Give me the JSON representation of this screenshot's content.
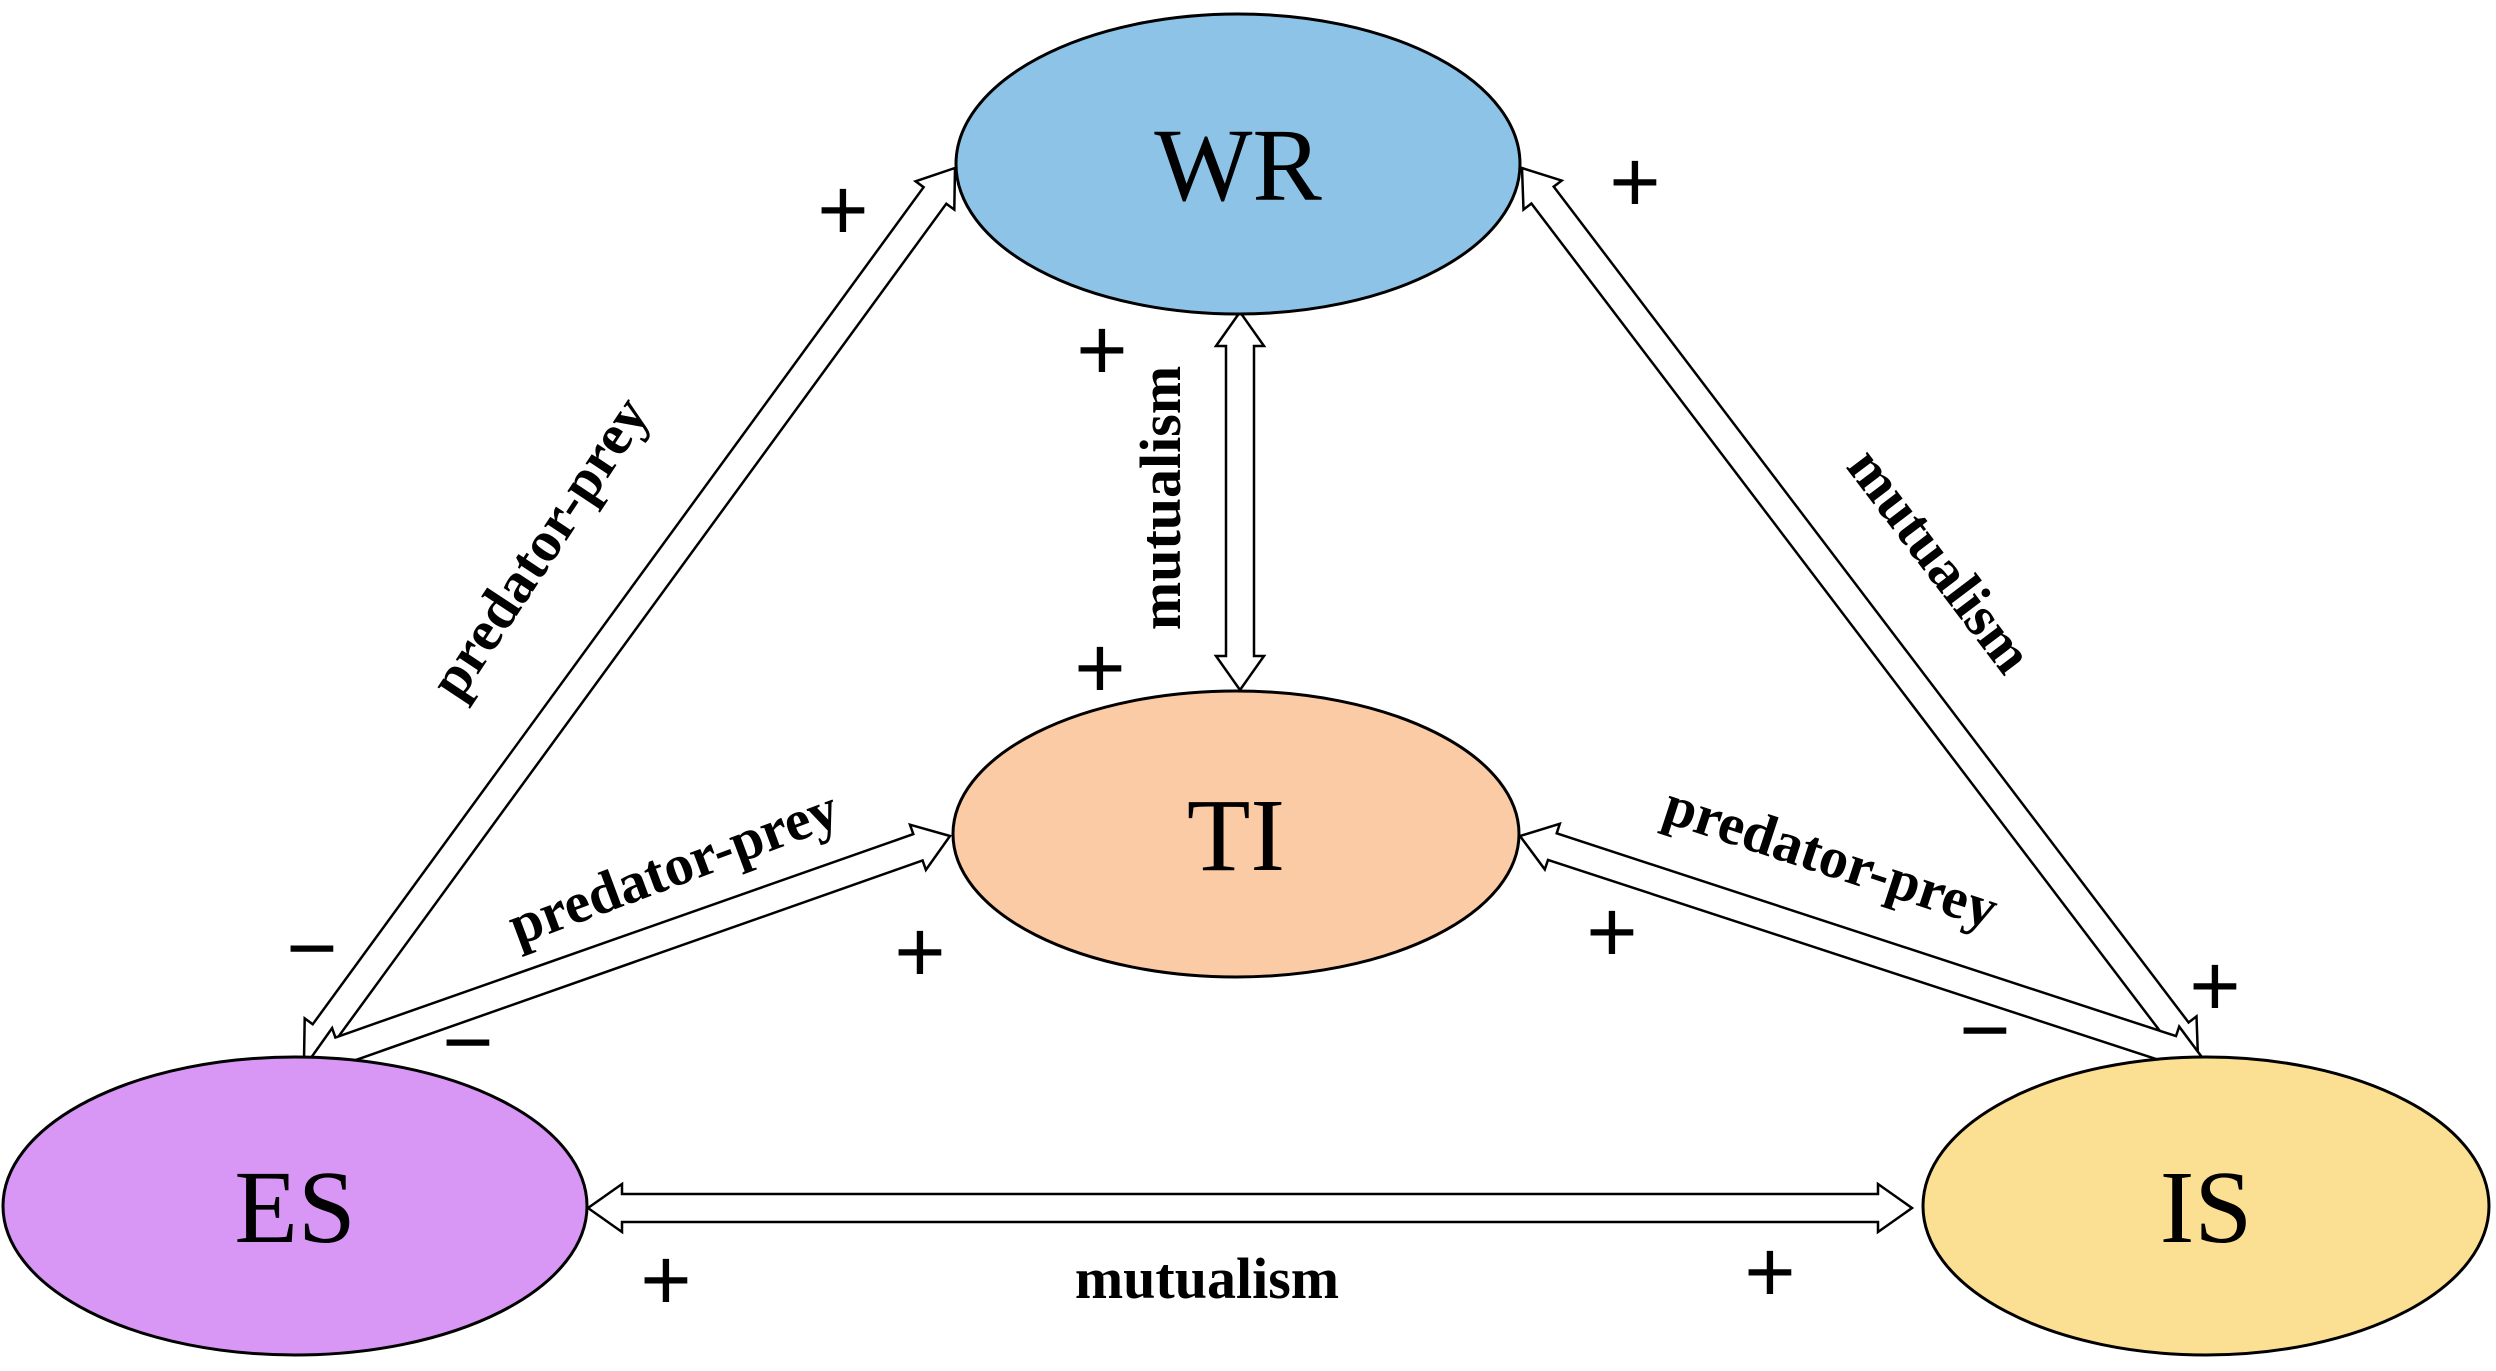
{
  "nodes": {
    "wr": {
      "label": "WR",
      "color": "#8dc3e6"
    },
    "ti": {
      "label": "TI",
      "color": "#fbcba6"
    },
    "es": {
      "label": "ES",
      "color": "#d897f5"
    },
    "is": {
      "label": "IS",
      "color": "#fbe093"
    }
  },
  "edges": {
    "wr_es": {
      "label": "predator-prey",
      "sign_wr": "+",
      "sign_es": "−"
    },
    "wr_ti": {
      "label": "mutualism",
      "sign_wr": "+",
      "sign_ti": "+"
    },
    "wr_is": {
      "label": "mutualism",
      "sign_wr": "+",
      "sign_is": "+"
    },
    "ti_es": {
      "label": "predator-prey",
      "sign_ti": "+",
      "sign_es": "−"
    },
    "ti_is": {
      "label": "predator-prey",
      "sign_ti": "+",
      "sign_is": "−"
    },
    "es_is": {
      "label": "mutualism",
      "sign_es": "+",
      "sign_is": "+"
    }
  }
}
